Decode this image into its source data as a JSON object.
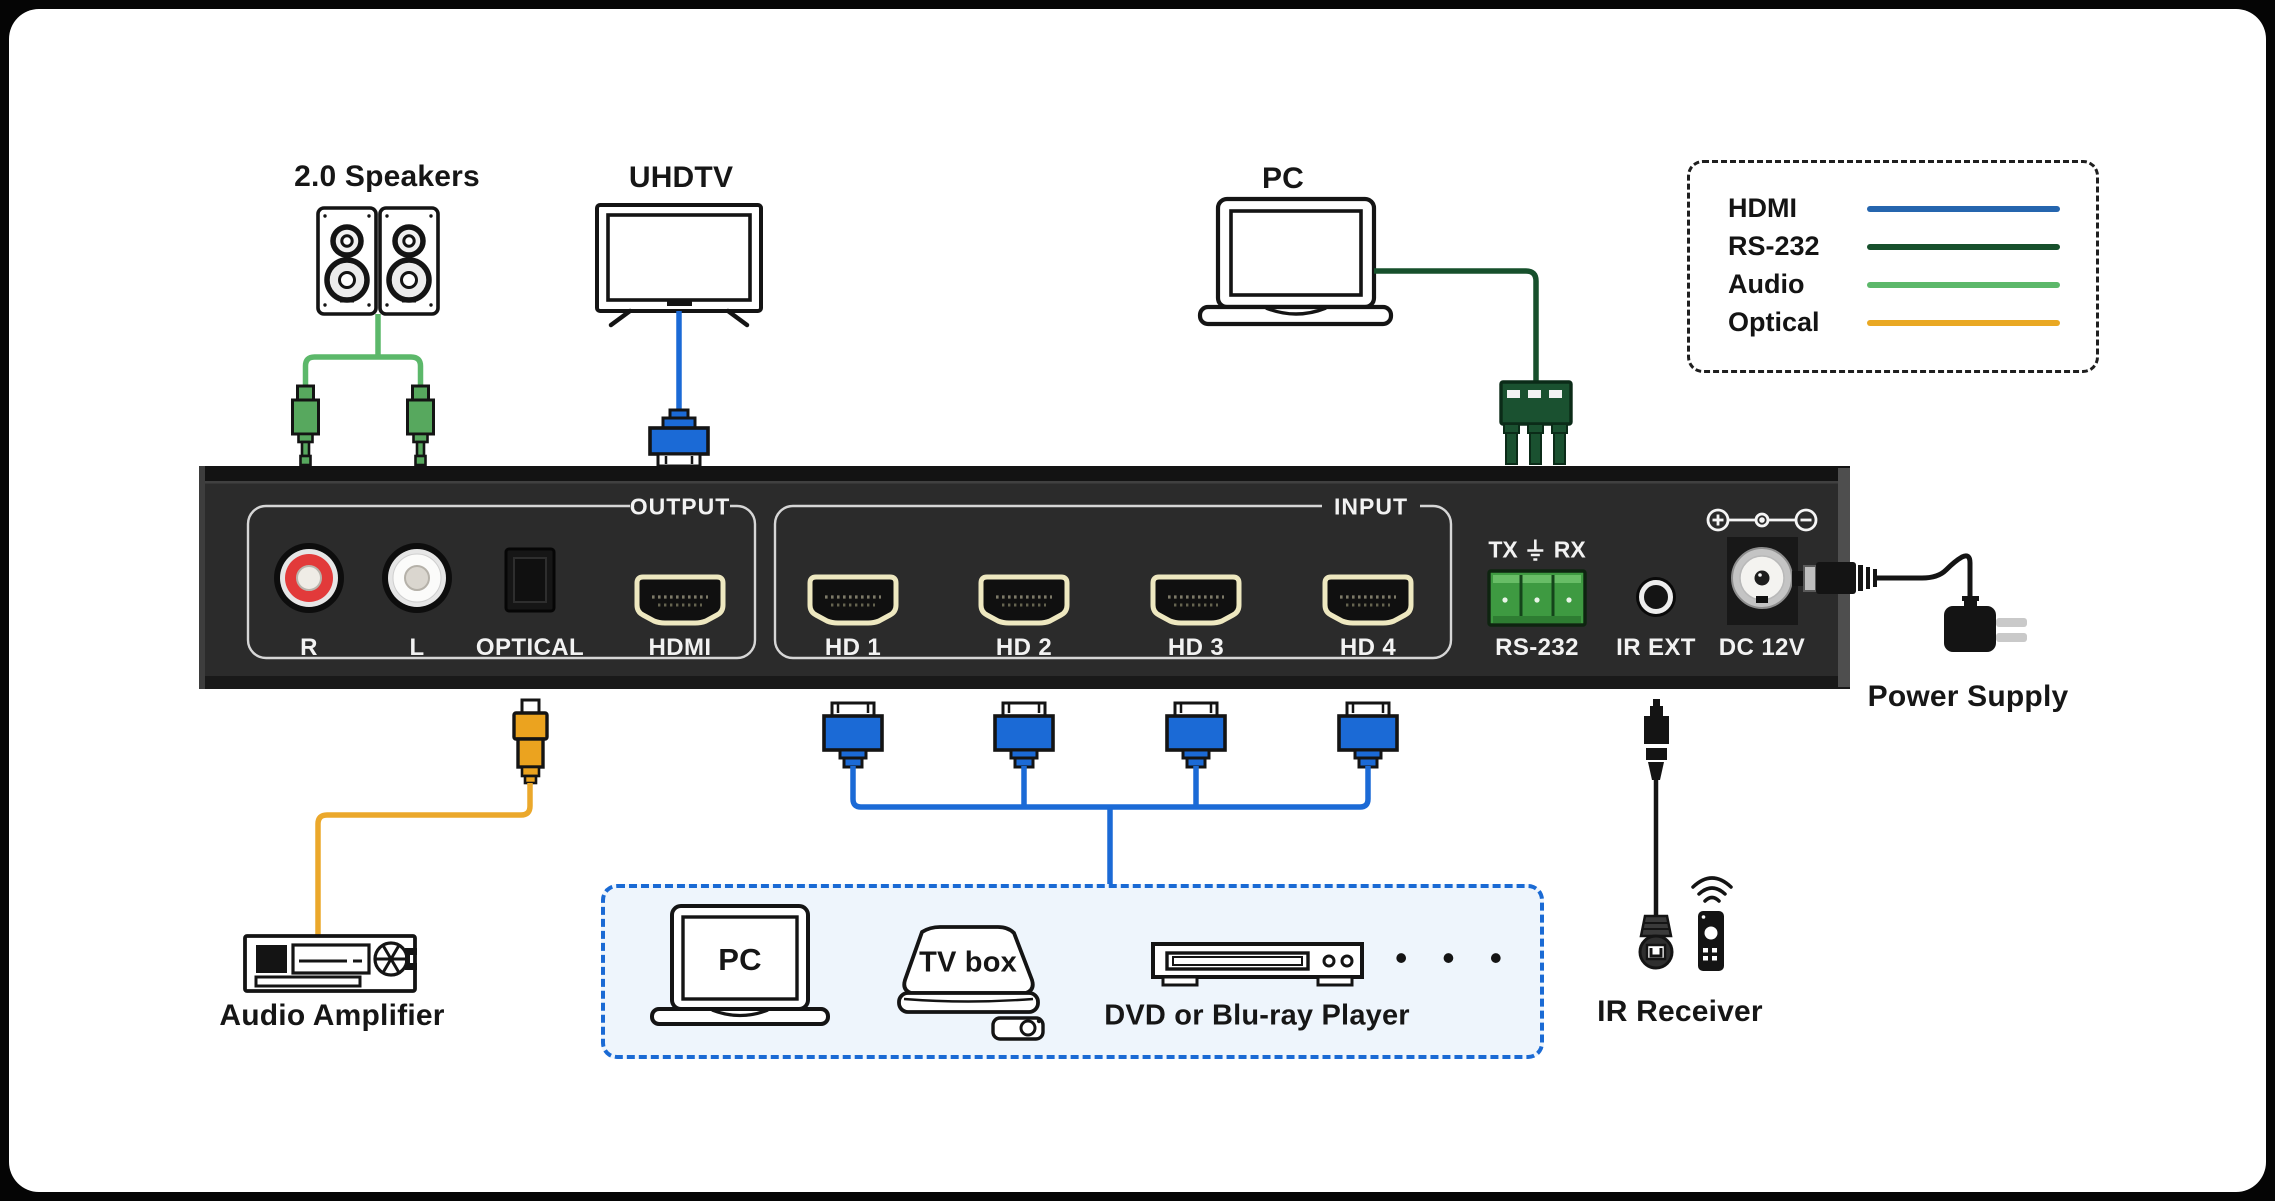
{
  "legend": {
    "items": [
      {
        "label": "HDMI",
        "color": "#2565ae"
      },
      {
        "label": "RS-232",
        "color": "#17502c"
      },
      {
        "label": "Audio",
        "color": "#5cb86a"
      },
      {
        "label": "Optical",
        "color": "#e9a823"
      }
    ]
  },
  "panel": {
    "groups": {
      "output": "OUTPUT",
      "input": "INPUT"
    },
    "serial": {
      "tx": "TX",
      "rx": "RX"
    },
    "ports": {
      "r": "R",
      "l": "L",
      "optical": "OPTICAL",
      "hdmi": "HDMI",
      "hd1": "HD 1",
      "hd2": "HD 2",
      "hd3": "HD 3",
      "hd4": "HD 4",
      "rs232": "RS-232",
      "ir_ext": "IR EXT",
      "dc_12v": "DC 12V"
    }
  },
  "devices": {
    "speakers": {
      "label": "2.0 Speakers"
    },
    "uhdtv": {
      "label": "UHDTV"
    },
    "pc": {
      "label": "PC"
    },
    "audio_amplifier": {
      "label": "Audio Amplifier"
    },
    "power_supply": {
      "label": "Power Supply"
    },
    "ir_receiver": {
      "label": "IR Receiver"
    },
    "sources": {
      "pc_label": "PC",
      "tv_box_label": "TV box",
      "dvd_label": "DVD or Blu-ray Player",
      "more_label": "• • •"
    }
  },
  "colors": {
    "hdmi_cable": "#1b6ad6",
    "rs232_cable": "#17502c",
    "audio_cable": "#5cb86a",
    "optical_cable": "#e9a823",
    "panel_face": "#2b2b2b",
    "dashed_box_border": "#1a6ad4",
    "dashed_box_bg": "#eef5fc",
    "rca_red": "#e23a3a",
    "terminal_green": "#3e9a41",
    "hdmi_port_trim": "#eee8c0"
  }
}
